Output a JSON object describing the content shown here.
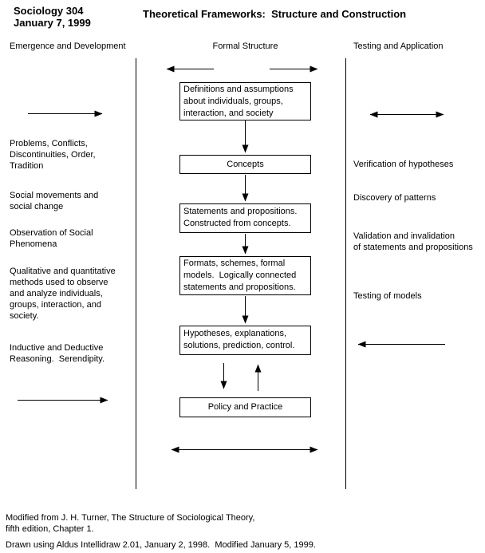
{
  "colors": {
    "ink": "#000000",
    "background": "#ffffff"
  },
  "header": {
    "course": "Sociology 304",
    "date": "January 7, 1999",
    "title": "Theoretical Frameworks:  Structure and Construction"
  },
  "columns": {
    "left": {
      "heading": "Emergence and Development",
      "items": [
        "Problems, Conflicts,\nDiscontinuities, Order,\nTradition",
        "Social movements and\nsocial change",
        "Observation of Social\nPhenomena",
        "Qualitative and quantitative\nmethods used to observe\nand analyze individuals,\ngroups, interaction, and\nsociety.",
        "Inductive and Deductive\nReasoning.  Serendipity."
      ]
    },
    "center": {
      "heading": "Formal Structure",
      "boxes": [
        "Definitions and assumptions\nabout individuals, groups,\ninteraction, and society",
        "Concepts",
        "Statements and propositions.\nConstructed from concepts.",
        "Formats, schemes, formal\nmodels.  Logically connected\nstatements and propositions.",
        "Hypotheses, explanations,\nsolutions, prediction, control.",
        "Policy and Practice"
      ]
    },
    "right": {
      "heading": "Testing and Application",
      "items": [
        "Verification of hypotheses",
        "Discovery of patterns",
        "Validation and invalidation\nof statements and propositions",
        "Testing of models"
      ]
    }
  },
  "footer": {
    "source": "Modified from J. H. Turner, The Structure of Sociological Theory,\nfifth edition, Chapter 1.",
    "credit": "Drawn using Aldus Intellidraw 2.01, January 2, 1998.  Modified January 5, 1999."
  }
}
